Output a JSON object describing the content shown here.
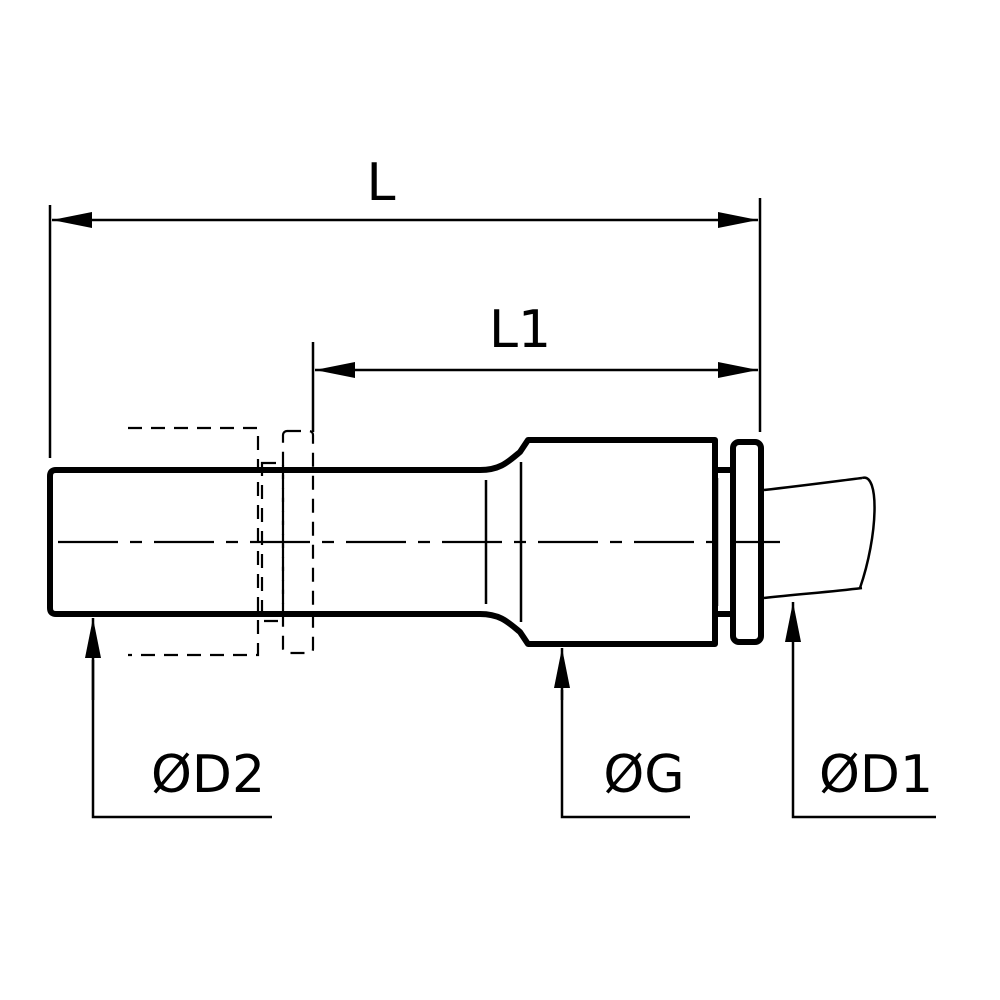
{
  "labels": {
    "overall_length": "L",
    "insertion_length": "L1",
    "stem_diameter": "ØD2",
    "body_diameter": "ØG",
    "tube_diameter": "ØD1"
  }
}
